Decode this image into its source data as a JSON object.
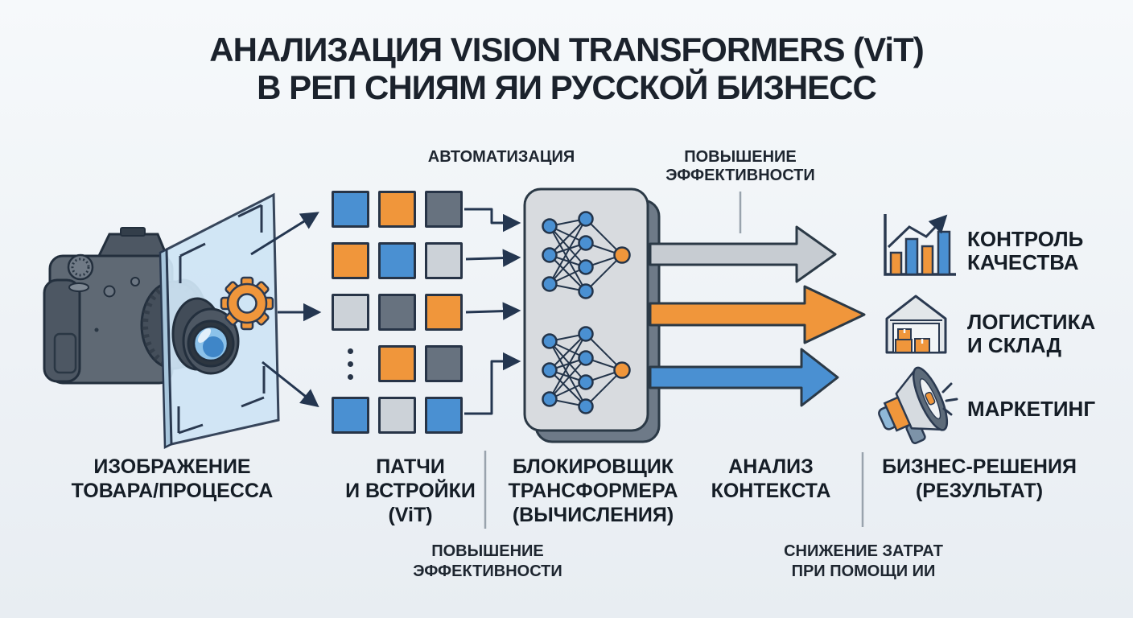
{
  "title": {
    "line1": "АНАЛИЗАЦИЯ VISION TRANSFORMERS (ViT)",
    "line2": "В РЕП СНИЯМ ЯИ РУССКОЙ БИЗНЕСС"
  },
  "annotations": {
    "automation": "АВТОМАТИЗАЦИЯ",
    "top_right_line1": "ПОВЫШЕНИЕ",
    "top_right_line2": "ЭФФЕКТИВНОСТИ",
    "bottom_left_line1": "ПОВЫШЕНИЕ",
    "bottom_left_line2": "ЭФФЕКТИВНОСТИ",
    "bottom_right_line1": "СНИЖЕНИЕ ЗАТРАТ",
    "bottom_right_line2": "ПРИ ПОМОЩИ ИИ"
  },
  "stages": {
    "image": {
      "line1": "ИЗОБРАЖЕНИЕ",
      "line2": "ТОВАРА/ПРОЦЕССА"
    },
    "patches": {
      "line1": "ПАТЧИ",
      "line2": "И ВСТРОЙКИ",
      "line3": "(ViT)"
    },
    "transformer": {
      "line1": "БЛОКИРОВЩИК",
      "line2": "ТРАНСФОРМЕРА",
      "line3": "(ВЫЧИСЛЕНИЯ)"
    },
    "analysis": {
      "line1": "АНАЛИЗ",
      "line2": "КОНТЕКСТА"
    },
    "decisions": {
      "line1": "БИЗНЕС-РЕШЕНИЯ",
      "line2": "(РЕЗУЛЬТАТ)"
    }
  },
  "outcomes": [
    {
      "icon": "bar-chart-growth-icon",
      "line1": "КОНТРОЛЬ",
      "line2": "КАЧЕСТВА"
    },
    {
      "icon": "warehouse-icon",
      "line1": "ЛОГИСТИКА",
      "line2": "И СКЛАД"
    },
    {
      "icon": "megaphone-icon",
      "line1": "МАРКЕТИНГ",
      "line2": ""
    }
  ],
  "patch_grid": {
    "rows": [
      [
        "blue",
        "orange",
        "darkgray"
      ],
      [
        "orange",
        "blue",
        "lightgray"
      ],
      [
        "lightgray",
        "darkgray",
        "orange"
      ],
      [
        "dots",
        "orange",
        "darkgray"
      ],
      [
        "blue",
        "lightgray",
        "blue"
      ]
    ]
  },
  "colors": {
    "background": "#eef2f6",
    "text": "#1b222c",
    "outline_navy": "#273447",
    "blue": "#4a90d2",
    "orange": "#f0963b",
    "dark_gray": "#67727f",
    "light_gray": "#ccd2d8",
    "block_fill": "#d8dbdf",
    "block_shadow": "#6e7a88",
    "gray_arrow": "#c7ccd2",
    "panel_blue": "#cfe5f5",
    "divider_gray": "#99a3ad"
  }
}
